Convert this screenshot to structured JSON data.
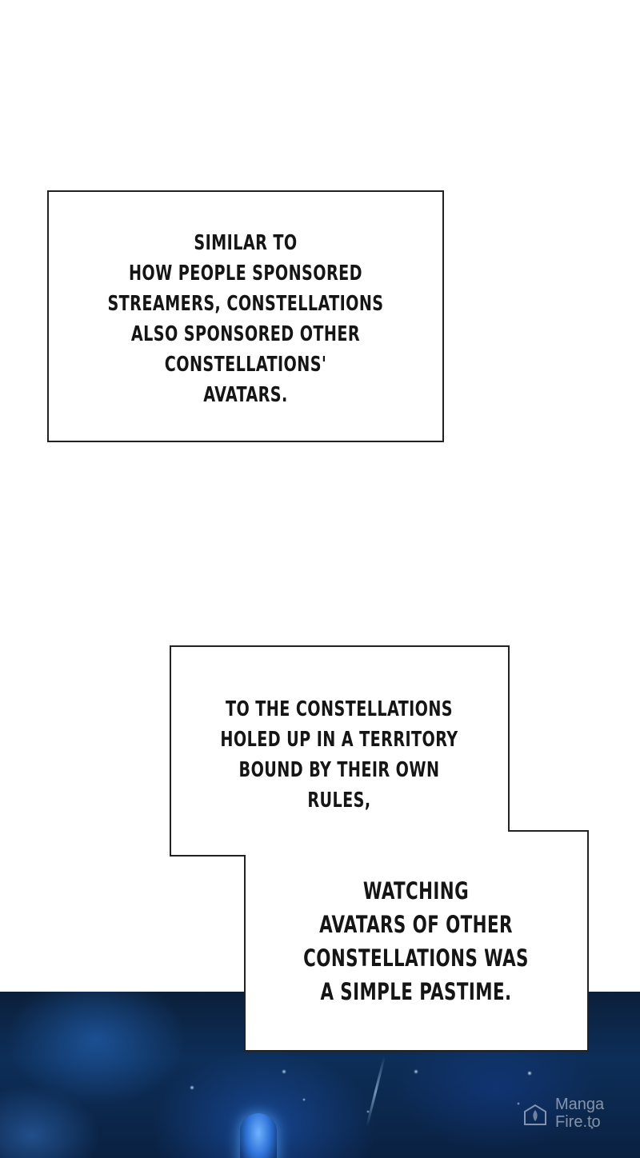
{
  "panel": {
    "caption_1": {
      "lines": [
        "SIMILAR TO",
        "HOW PEOPLE SPONSORED",
        "STREAMERS, CONSTELLATIONS",
        "ALSO SPONSORED OTHER",
        "CONSTELLATIONS'",
        "AVATARS."
      ]
    },
    "caption_2": {
      "lines": [
        "TO THE CONSTELLATIONS",
        "HOLED UP IN A TERRITORY",
        "BOUND BY THEIR OWN",
        "RULES,"
      ]
    },
    "caption_3": {
      "lines": [
        "WATCHING",
        "AVATARS OF OTHER",
        "CONSTELLATIONS WAS",
        "A SIMPLE PASTIME."
      ]
    },
    "scene": {
      "icon": "glowing-figure"
    }
  },
  "watermark": {
    "line_1": "Manga",
    "line_2": "Fire.to",
    "icon": "mangafire-logo-icon"
  },
  "colors": {
    "background": "#ffffff",
    "text": "#151515",
    "border": "#222222",
    "scene_blue": "#0d2e58",
    "glow": "#6fb3ff"
  }
}
